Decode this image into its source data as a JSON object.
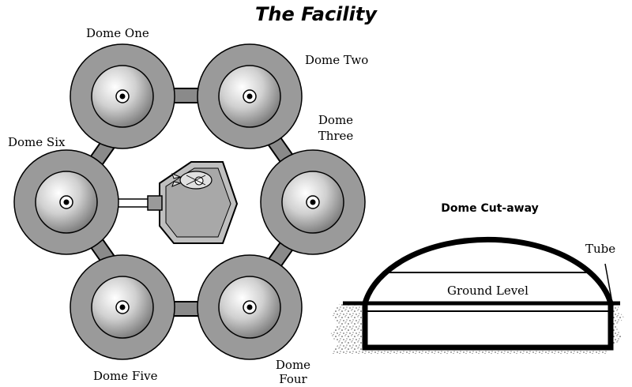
{
  "title": "The Facility",
  "domes": {
    "one": "Dome One",
    "two": "Dome Two",
    "three_a": "Dome",
    "three_b": "Three",
    "four_a": "Dome",
    "four_b": "Four",
    "five": "Dome Five",
    "six": "Dome Six"
  },
  "cutaway": {
    "title": "Dome Cut-away",
    "tube": "Tube",
    "ground": "Ground Level"
  },
  "colors": {
    "ring": "#9a9a9a",
    "sphere": "#c8c8c8",
    "ink": "#000000"
  }
}
